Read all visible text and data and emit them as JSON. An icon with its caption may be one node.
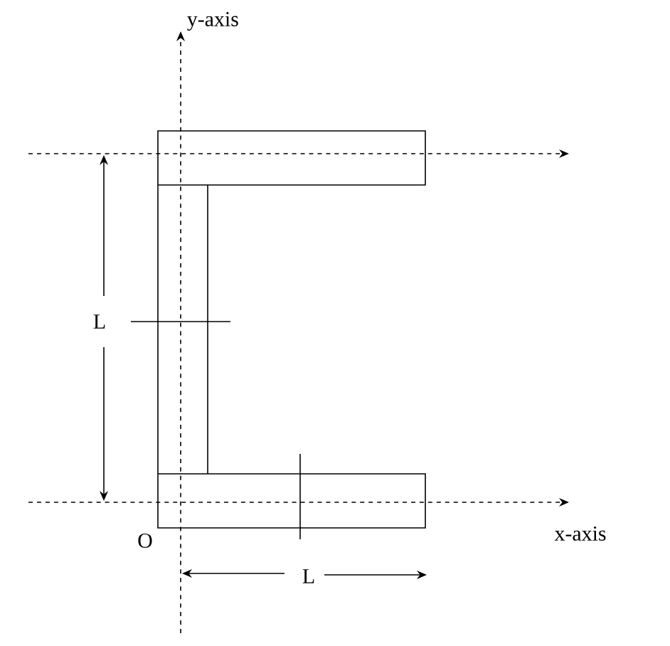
{
  "diagram": {
    "labels": [
      "y-axis",
      "L",
      "O",
      "x-axis",
      "L"
    ]
  }
}
